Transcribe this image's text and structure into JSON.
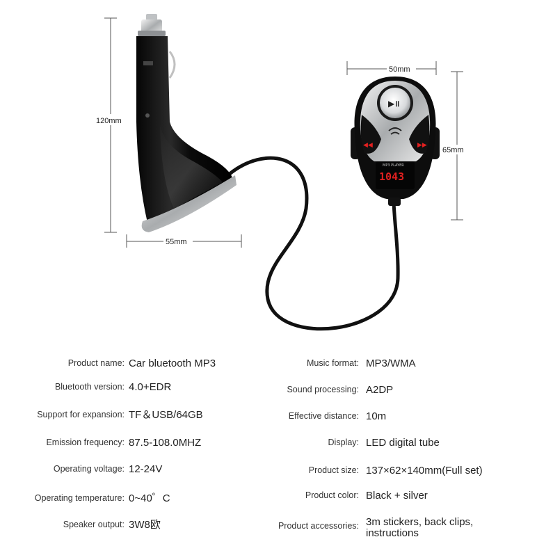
{
  "dimensions": {
    "charger_height": "120mm",
    "charger_width": "55mm",
    "player_width": "50mm",
    "player_height": "65mm"
  },
  "device": {
    "display_text": "1043",
    "screen_caption": "MP3 PLAYER",
    "play_pause_symbol": "▶॥"
  },
  "specs_left": [
    {
      "label": "Product name:",
      "value": "Car bluetooth MP3"
    },
    {
      "label": "Bluetooth version:",
      "value": "4.0+EDR"
    },
    {
      "label": "Support for expansion:",
      "value": "TF＆USB/64GB"
    },
    {
      "label": "Emission frequency:",
      "value": "87.5-108.0MHZ"
    },
    {
      "label": "Operating voltage:",
      "value": "12-24V"
    },
    {
      "label": "Operating temperature:",
      "value": "0~40゜C"
    },
    {
      "label": "Speaker output:",
      "value": "3W8欧"
    }
  ],
  "specs_right": [
    {
      "label": "Music format:",
      "value": "MP3/WMA"
    },
    {
      "label": "Sound processing:",
      "value": "A2DP"
    },
    {
      "label": "Effective distance:",
      "value": "10m"
    },
    {
      "label": "Display:",
      "value": "LED digital tube"
    },
    {
      "label": "Product size:",
      "value": "137×62×140mm(Full set)"
    },
    {
      "label": "Product color:",
      "value": "Black + silver"
    },
    {
      "label": "Product accessories:",
      "value": "3m stickers, back clips, instructions"
    }
  ],
  "colors": {
    "body_black": "#141414",
    "silver": "#c9ccce",
    "led_red": "#e02020",
    "dimension_line": "#555555"
  }
}
